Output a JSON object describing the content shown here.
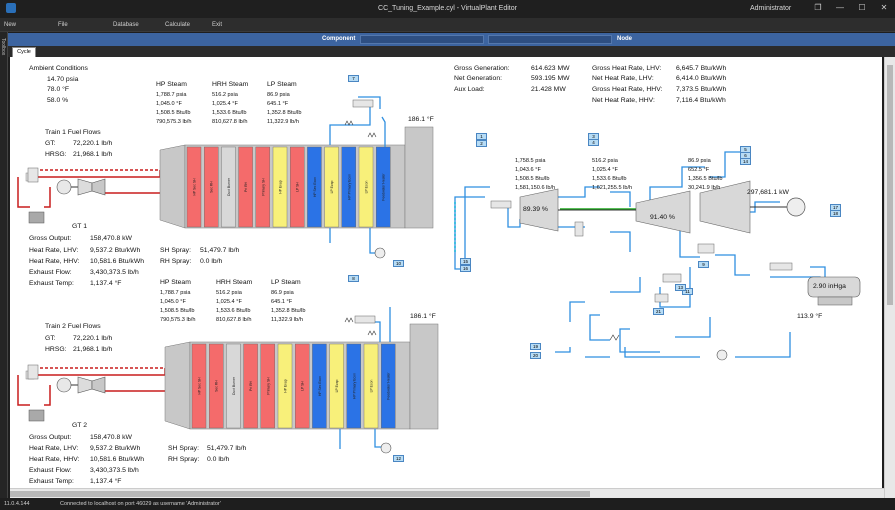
{
  "window": {
    "title": "CC_Tuning_Example.cyl - VirtualPlant Editor",
    "user": "Administrator",
    "min": "—",
    "restore": "❐",
    "max": "☐",
    "close": "✕"
  },
  "menu": {
    "new": "New",
    "file": "File",
    "database": "Database",
    "calculate": "Calculate",
    "exit": "Exit"
  },
  "toolbox_label": "Toolbox",
  "component_bar": {
    "component_label": "Component",
    "node_label": "Node"
  },
  "tab": "Cycle",
  "ambient": {
    "title": "Ambient Conditions",
    "pressure": "14.70 psia",
    "temp": "78.0 °F",
    "humidity": "58.0 %"
  },
  "summary": {
    "gross_gen_label": "Gross Generation:",
    "gross_gen": "614.623 MW",
    "net_gen_label": "Net Generation:",
    "net_gen": "593.195 MW",
    "aux_label": "Aux Load:",
    "aux": "21.428 MW",
    "ghr_lhv_label": "Gross Heat Rate, LHV:",
    "ghr_lhv": "6,645.7 Btu/kWh",
    "nhr_lhv_label": "Net Heat Rate, LHV:",
    "nhr_lhv": "6,414.0 Btu/kWh",
    "ghr_hhv_label": "Gross Heat Rate, HHV:",
    "ghr_hhv": "7,373.5 Btu/kWh",
    "nhr_hhv_label": "Net Heat Rate, HHV:",
    "nhr_hhv": "7,116.4 Btu/kWh"
  },
  "train1": {
    "fuel_title": "Train 1 Fuel Flows",
    "gt_label": "GT:",
    "gt": "72,220.1 lb/h",
    "hrsg_label": "HRSG:",
    "hrsg": "21,968.1 lb/h",
    "gt_name": "GT 1",
    "gross_label": "Gross Output:",
    "gross": "158,470.8 kW",
    "hr_lhv_label": "Heat Rate, LHV:",
    "hr_lhv": "9,537.2 Btu/kWh",
    "hr_hhv_label": "Heat Rate, HHV:",
    "hr_hhv": "10,581.6 Btu/kWh",
    "exh_flow_label": "Exhaust Flow:",
    "exh_flow": "3,430,373.5 lb/h",
    "exh_temp_label": "Exhaust Temp:",
    "exh_temp": "1,137.4 °F",
    "sh_spray_label": "SH Spray:",
    "sh_spray": "51,479.7 lb/h",
    "rh_spray_label": "RH Spray:",
    "rh_spray": "0.0 lb/h",
    "stack_temp": "186.1 °F",
    "hp": {
      "title": "HP Steam",
      "l1": "1,788.7 psia",
      "l2": "1,045.0 °F",
      "l3": "1,508.5 Btu/lb",
      "l4": "790,575.3 lb/h"
    },
    "hrh": {
      "title": "HRH Steam",
      "l1": "516.2 psia",
      "l2": "1,025.4 °F",
      "l3": "1,533.6 Btu/lb",
      "l4": "810,627.8 lb/h"
    },
    "lp": {
      "title": "LP Steam",
      "l1": "86.9 psia",
      "l2": "645.1 °F",
      "l3": "1,352.8 Btu/lb",
      "l4": "11,322.9 lb/h"
    },
    "sections": [
      "HP Sec SH",
      "Sec RH",
      "Duct Burner",
      "Pri RH",
      "Primary SH",
      "HP Evap",
      "LP SH",
      "HP Sec Econ",
      "LP Evap",
      "HP Primary Econ",
      "LP Econ",
      "Feedwater Heater"
    ]
  },
  "train2": {
    "fuel_title": "Train 2 Fuel Flows",
    "gt_label": "GT:",
    "gt": "72,220.1 lb/h",
    "hrsg_label": "HRSG:",
    "hrsg": "21,968.1 lb/h",
    "gt_name": "GT 2",
    "gross_label": "Gross Output:",
    "gross": "158,470.8 kW",
    "hr_lhv_label": "Heat Rate, LHV:",
    "hr_lhv": "9,537.2 Btu/kWh",
    "hr_hhv_label": "Heat Rate, HHV:",
    "hr_hhv": "10,581.6 Btu/kWh",
    "exh_flow_label": "Exhaust Flow:",
    "exh_flow": "3,430,373.5 lb/h",
    "exh_temp_label": "Exhaust Temp:",
    "exh_temp": "1,137.4 °F",
    "sh_spray_label": "SH Spray:",
    "sh_spray": "51,479.7 lb/h",
    "rh_spray_label": "RH Spray:",
    "rh_spray": "0.0 lb/h",
    "stack_temp": "186.1 °F",
    "hp": {
      "title": "HP Steam",
      "l1": "1,788.7 psia",
      "l2": "1,045.0 °F",
      "l3": "1,508.5 Btu/lb",
      "l4": "790,575.3 lb/h"
    },
    "hrh": {
      "title": "HRH Steam",
      "l1": "516.2 psia",
      "l2": "1,025.4 °F",
      "l3": "1,533.6 Btu/lb",
      "l4": "810,627.8 lb/h"
    },
    "lp": {
      "title": "LP Steam",
      "l1": "86.9 psia",
      "l2": "645.1 °F",
      "l3": "1,352.8 Btu/lb",
      "l4": "11,322.9 lb/h"
    },
    "sections": [
      "HP Sec SH",
      "Sec RH",
      "Duct Burner",
      "Pri RH",
      "Primary SH",
      "HP Evap",
      "LP SH",
      "HP Sec Econ",
      "LP Evap",
      "HP Primary Econ",
      "LP Econ",
      "Feedwater Heater"
    ]
  },
  "steam_turbine": {
    "hp_in": {
      "l1": "1,758.5 psia",
      "l2": "1,043.6 °F",
      "l3": "1,508.5 Btu/lb",
      "l4": "1,581,150.6 lb/h"
    },
    "ip_in": {
      "l1": "516.2 psia",
      "l2": "1,025.4 °F",
      "l3": "1,533.6 Btu/lb",
      "l4": "1,621,255.5 lb/h"
    },
    "lp_in": {
      "l1": "86.9 psia",
      "l2": "652.5 °F",
      "l3": "1,356.5 Btu/lb",
      "l4": "30,241.9 lb/h"
    },
    "hp_eff": "89.39 %",
    "ip_eff": "91.40 %",
    "gen_output": "297,681.1 kW",
    "condenser": "2.90 inHga",
    "cond_temp": "113.9 °F"
  },
  "nodes": {
    "n7": "7",
    "n8": "8",
    "n9": "9",
    "n10": "10",
    "n11": "11",
    "n12": "12",
    "n13": "13",
    "n14": "14",
    "n15": "15",
    "n16": "16",
    "n17": "17",
    "n18": "18",
    "n19": "19",
    "n20": "20",
    "n21": "21",
    "n1": "1",
    "n2": "2",
    "n3": "3",
    "n4": "4",
    "n5": "5",
    "n6": "6"
  },
  "status": {
    "version": "11.0.4.144",
    "connection": "Connected to localhost on port 46029 as username 'Administrator'"
  },
  "colors": {
    "hrsg_red": "#f46b6b",
    "hrsg_yellow": "#f8f07a",
    "hrsg_blue": "#2b73e6",
    "hrsg_gray": "#c8c8c8",
    "steam_pipe": "#2f8fe0",
    "gas_pipe": "#c81d1d",
    "accent": "#3c64a0"
  }
}
